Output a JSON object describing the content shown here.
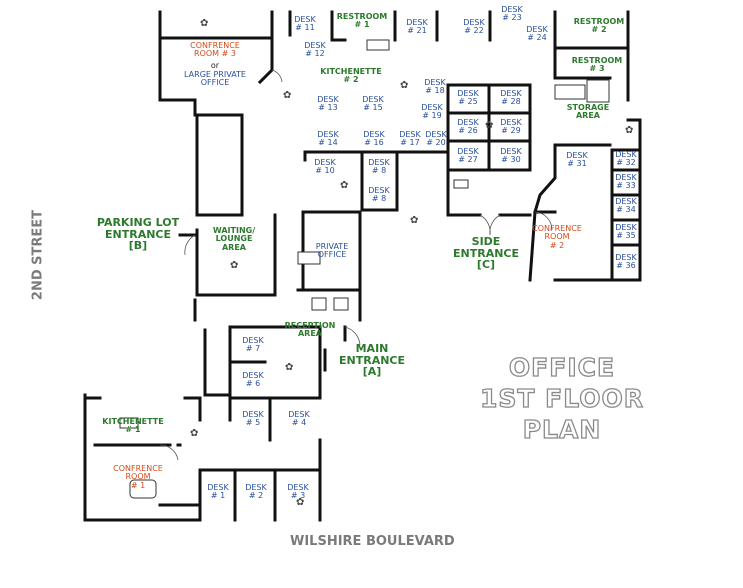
{
  "title_lines": [
    "OFFICE",
    "1ST FLOOR",
    "PLAN"
  ],
  "streets": {
    "left": "2ND STREET",
    "bottom": "WILSHIRE BOULEVARD"
  },
  "entrances": {
    "main": [
      "MAIN",
      "ENTRANCE",
      "[A]"
    ],
    "parking": [
      "PARKING LOT",
      "ENTRANCE",
      "[B]"
    ],
    "side": [
      "SIDE",
      "ENTRANCE",
      "[C]"
    ]
  },
  "rooms": {
    "conference3": [
      "CONFRENCE",
      "ROOM # 3"
    ],
    "or_text": "or",
    "large_private": [
      "LARGE PRIVATE",
      "OFFICE"
    ],
    "restroom1": [
      "RESTROOM",
      "# 1"
    ],
    "restroom2": [
      "RESTROOM",
      "# 2"
    ],
    "restroom3": [
      "RESTROOM",
      "# 3"
    ],
    "kitchenette2": [
      "KITCHENETTE",
      "# 2"
    ],
    "kitchenette1": [
      "KITCHENETTE",
      "# 1"
    ],
    "storage": [
      "STORAGE",
      "AREA"
    ],
    "waiting": [
      "WAITING/",
      "LOUNGE",
      "AREA"
    ],
    "private_office": [
      "PRIVATE",
      "OFFICE"
    ],
    "reception": [
      "RECEPTION",
      "AREA"
    ],
    "conference2": [
      "CONFRENCE",
      "ROOM",
      "# 2"
    ],
    "conference1": [
      "CONFRENCE",
      "ROOM",
      "# 1"
    ]
  },
  "desks": [
    {
      "label": "DESK",
      "num": "# 11"
    },
    {
      "label": "DESK",
      "num": "# 12"
    },
    {
      "label": "DESK",
      "num": "# 21"
    },
    {
      "label": "DESK",
      "num": "# 22"
    },
    {
      "label": "DESK",
      "num": "# 23"
    },
    {
      "label": "DESK",
      "num": "# 24"
    },
    {
      "label": "DESK",
      "num": "# 18"
    },
    {
      "label": "DESK",
      "num": "# 19"
    },
    {
      "label": "DESK",
      "num": "# 13"
    },
    {
      "label": "DESK",
      "num": "# 15"
    },
    {
      "label": "DESK",
      "num": "# 14"
    },
    {
      "label": "DESK",
      "num": "# 16"
    },
    {
      "label": "DESK",
      "num": "# 17"
    },
    {
      "label": "DESK",
      "num": "# 20"
    },
    {
      "label": "DESK",
      "num": "# 25"
    },
    {
      "label": "DESK",
      "num": "# 28"
    },
    {
      "label": "DESK",
      "num": "# 26"
    },
    {
      "label": "DESK",
      "num": "# 29"
    },
    {
      "label": "DESK",
      "num": "# 27"
    },
    {
      "label": "DESK",
      "num": "# 30"
    },
    {
      "label": "DESK",
      "num": "# 10"
    },
    {
      "label": "DESK",
      "num": "# 8"
    },
    {
      "label": "DESK",
      "num": "# 8"
    },
    {
      "label": "DESK",
      "num": "# 31"
    },
    {
      "label": "DESK",
      "num": "# 32"
    },
    {
      "label": "DESK",
      "num": "# 33"
    },
    {
      "label": "DESK",
      "num": "# 34"
    },
    {
      "label": "DESK",
      "num": "# 35"
    },
    {
      "label": "DESK",
      "num": "# 36"
    },
    {
      "label": "DESK",
      "num": "# 7"
    },
    {
      "label": "DESK",
      "num": "# 6"
    },
    {
      "label": "DESK",
      "num": "# 5"
    },
    {
      "label": "DESK",
      "num": "# 4"
    },
    {
      "label": "DESK",
      "num": "# 1"
    },
    {
      "label": "DESK",
      "num": "# 2"
    },
    {
      "label": "DESK",
      "num": "# 3"
    }
  ]
}
